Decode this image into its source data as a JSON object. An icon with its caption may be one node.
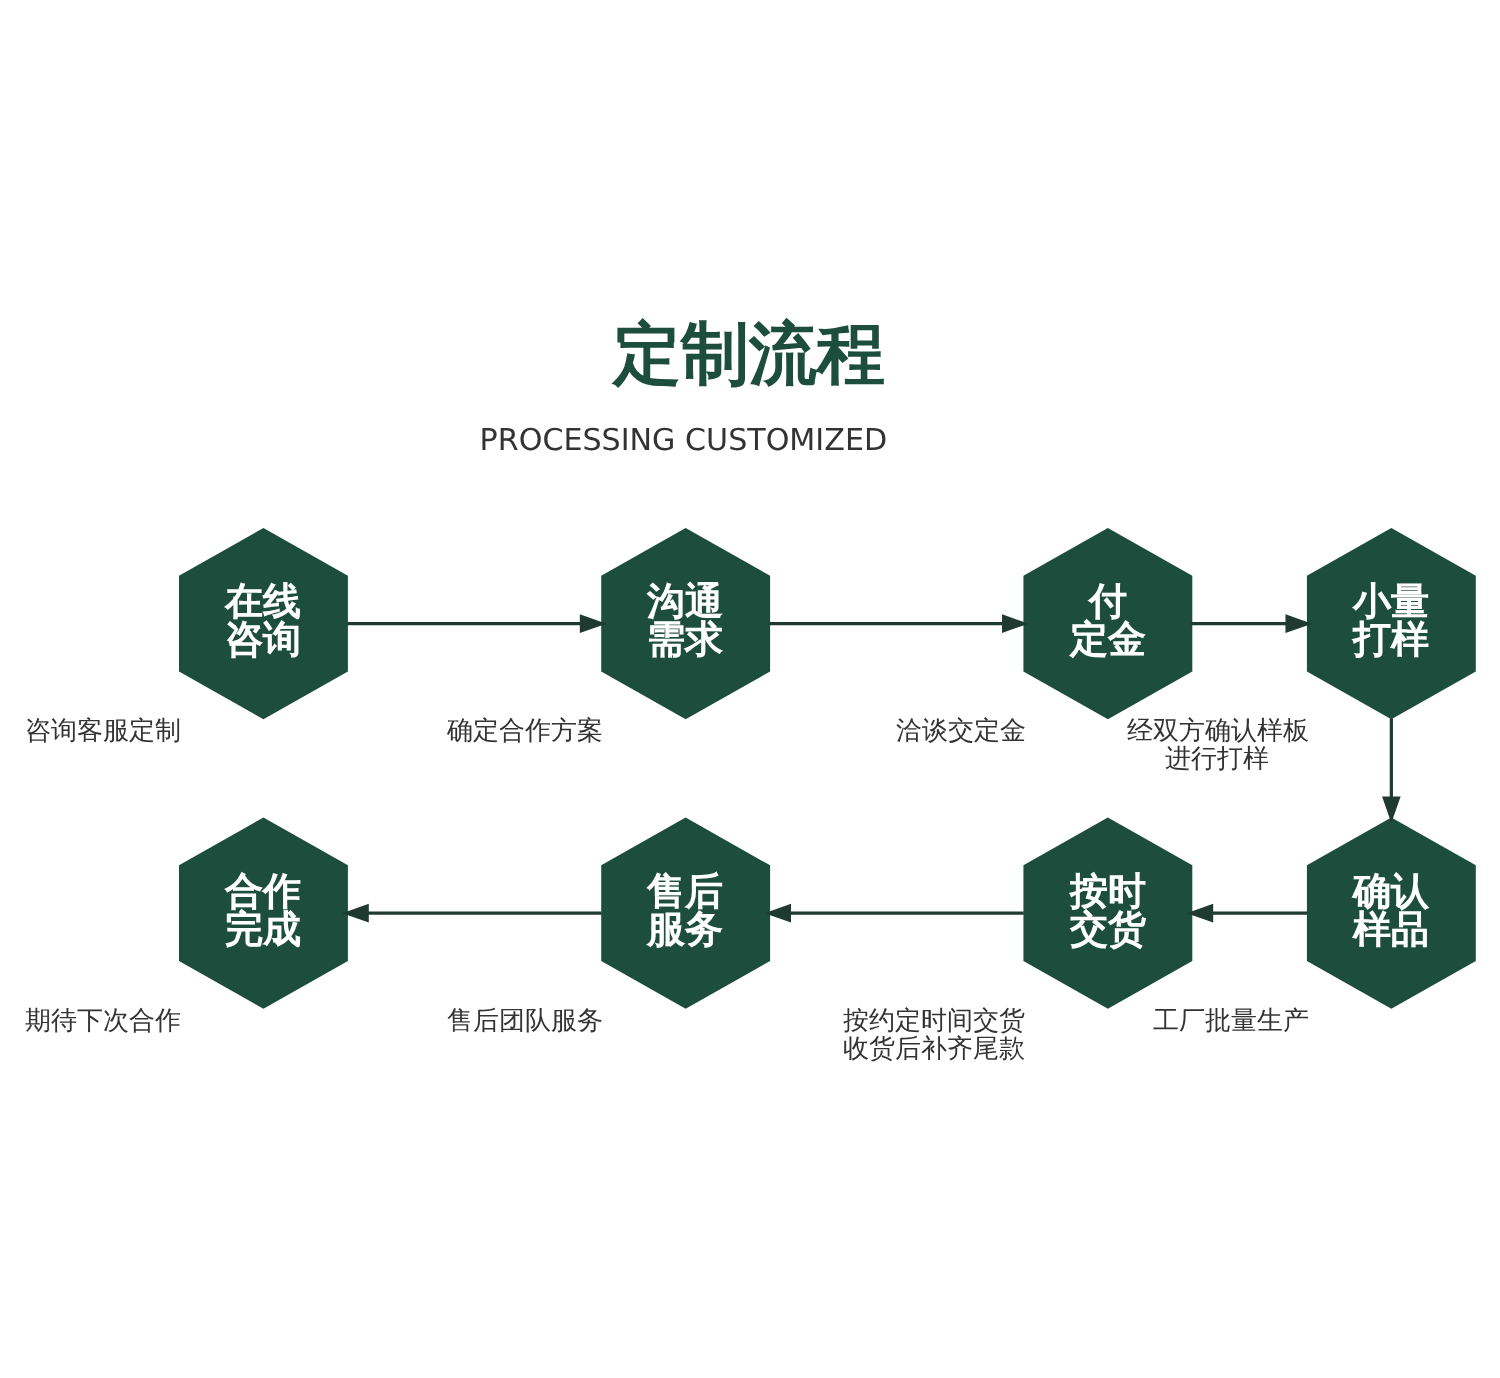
{
  "diagram": {
    "title": "定制流程",
    "nodes": [
      {
        "text": [
          "在线咨询"
        ],
        "beside": [
          "咨询客服定制"
        ]
      },
      {
        "text": [
          "沟通需求"
        ],
        "beside": [
          "确定合作方案"
        ]
      },
      {
        "text": [
          "付定金"
        ],
        "beside": [
          "洽谈交定金"
        ]
      },
      {
        "text": [
          "小量打样"
        ],
        "beside": [
          "经双方确认样板进行打样"
        ]
      },
      {
        "text": [
          "确认样品"
        ],
        "beside": [
          "工厂批量生产"
        ]
      },
      {
        "text": [
          "按时交货"
        ],
        "beside": [
          "按约定时间交货收货后补齐尾款"
        ]
      },
      {
        "text": [
          "售后服务"
        ],
        "beside": [
          "售后团队服务"
        ]
      },
      {
        "text": [
          "合作完成"
        ],
        "beside": [
          "期待下次合作"
        ]
      }
    ],
    "edges": [
      {
        "from": 0,
        "to": 1,
        "arrow": "to"
      },
      {
        "from": 1,
        "to": 2,
        "arrow": "to"
      },
      {
        "from": 2,
        "to": 3,
        "arrow": "to"
      },
      {
        "from": 3,
        "to": 4,
        "arrow": "to"
      },
      {
        "from": 4,
        "to": 5,
        "arrow": "to"
      },
      {
        "from": 5,
        "to": 6,
        "arrow": "to"
      },
      {
        "from": 6,
        "to": 7,
        "arrow": "to"
      }
    ],
    "labels": [
      "PROCESSING CUSTOMIZED"
    ]
  }
}
